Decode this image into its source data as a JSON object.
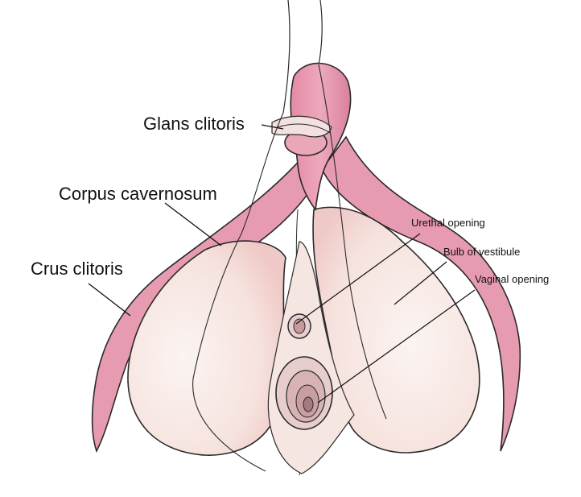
{
  "labels": {
    "glans": "Glans clitoris",
    "corpus": "Corpus cavernosum",
    "crus": "Crus clitoris",
    "urethral": "Urethal opening",
    "bulb": "Bulb of vestibule",
    "vaginal": "Vaginal opening"
  },
  "colors": {
    "pink": "#e79bb0",
    "pink_dark": "#c86c88",
    "bulb": "#f8eae6",
    "outline": "#2a2a2a",
    "leader": "#111111"
  }
}
